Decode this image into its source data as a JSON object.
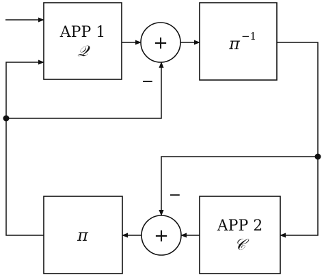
{
  "blocks": {
    "app1": {
      "title": "APP 1",
      "symbol": "𝒬"
    },
    "app2": {
      "title": "APP 2",
      "symbol": "𝒞"
    },
    "deinterleaver": {
      "symbol": "π",
      "superscript": "−1"
    },
    "interleaver": {
      "symbol": "π"
    }
  },
  "summers": {
    "top": {
      "sign": "+",
      "minus_label": "−"
    },
    "bottom": {
      "sign": "+",
      "minus_label": "−"
    }
  }
}
